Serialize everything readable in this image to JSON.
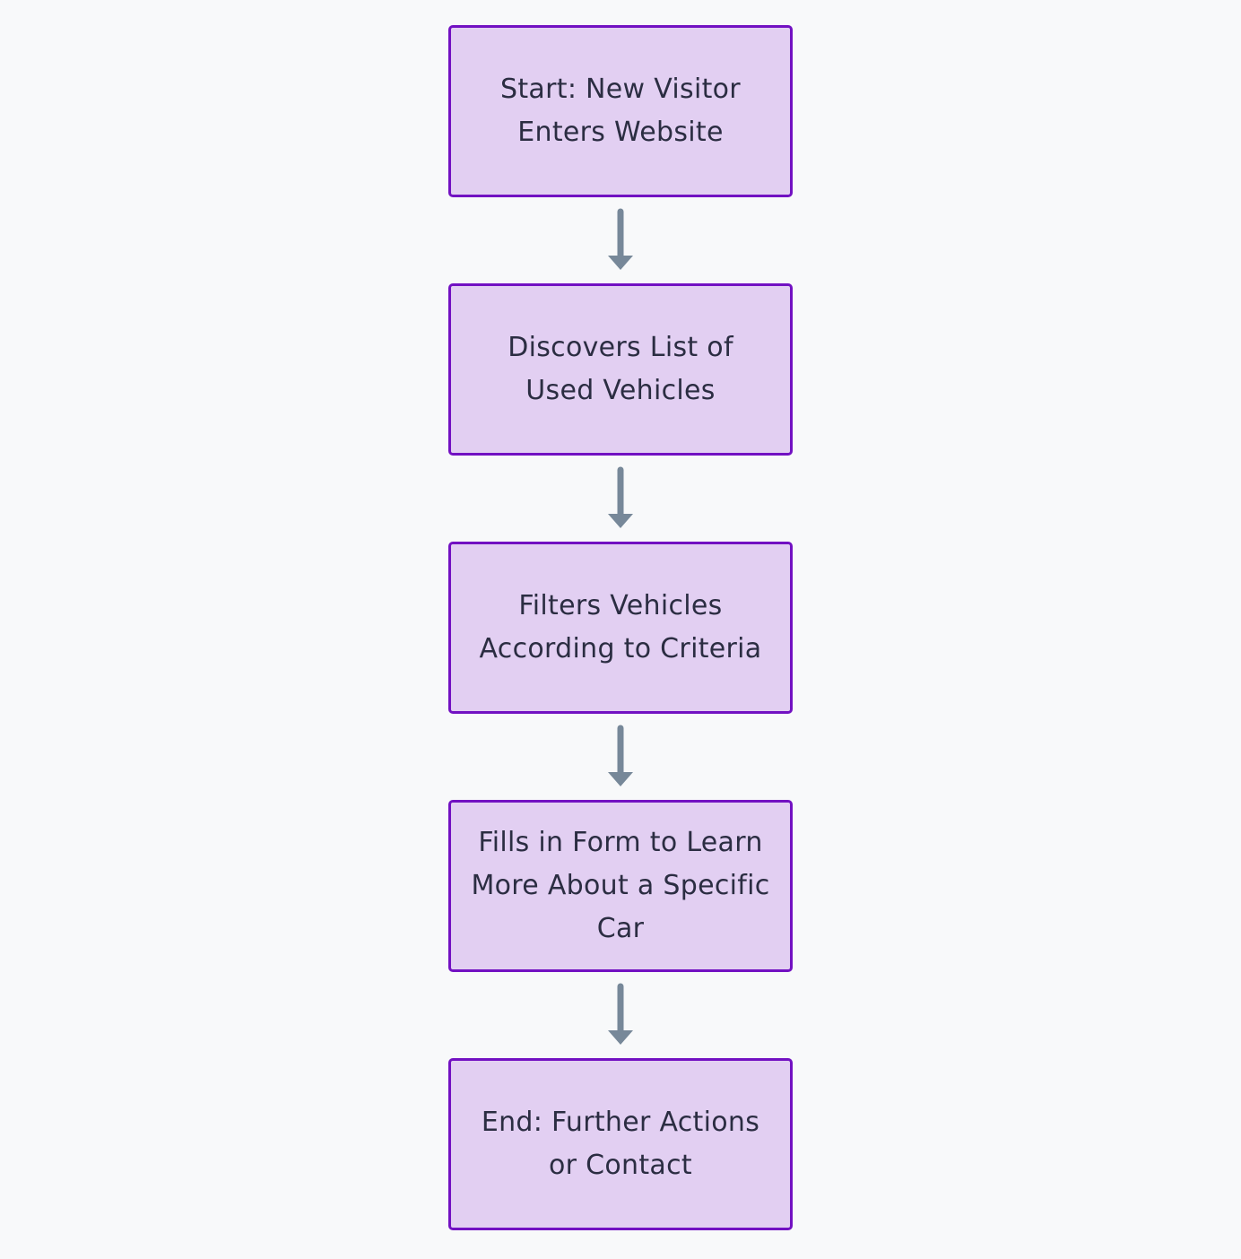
{
  "diagram": {
    "type": "flowchart",
    "direction": "top-to-bottom",
    "colors": {
      "background": "#f8f9fa",
      "node_fill": "#e2cff2",
      "node_border": "#7211c2",
      "node_text": "#2b2d42",
      "edge": "#778899"
    },
    "nodes": [
      {
        "id": "start",
        "label": "Start: New Visitor Enters Website"
      },
      {
        "id": "discover",
        "label": "Discovers List of Used Vehicles"
      },
      {
        "id": "filter",
        "label": "Filters Vehicles According to Criteria"
      },
      {
        "id": "form",
        "label": "Fills in Form to Learn More About a Specific Car"
      },
      {
        "id": "end",
        "label": "End: Further Actions or Contact"
      }
    ],
    "edges": [
      {
        "from": "start",
        "to": "discover"
      },
      {
        "from": "discover",
        "to": "filter"
      },
      {
        "from": "filter",
        "to": "form"
      },
      {
        "from": "form",
        "to": "end"
      }
    ]
  }
}
